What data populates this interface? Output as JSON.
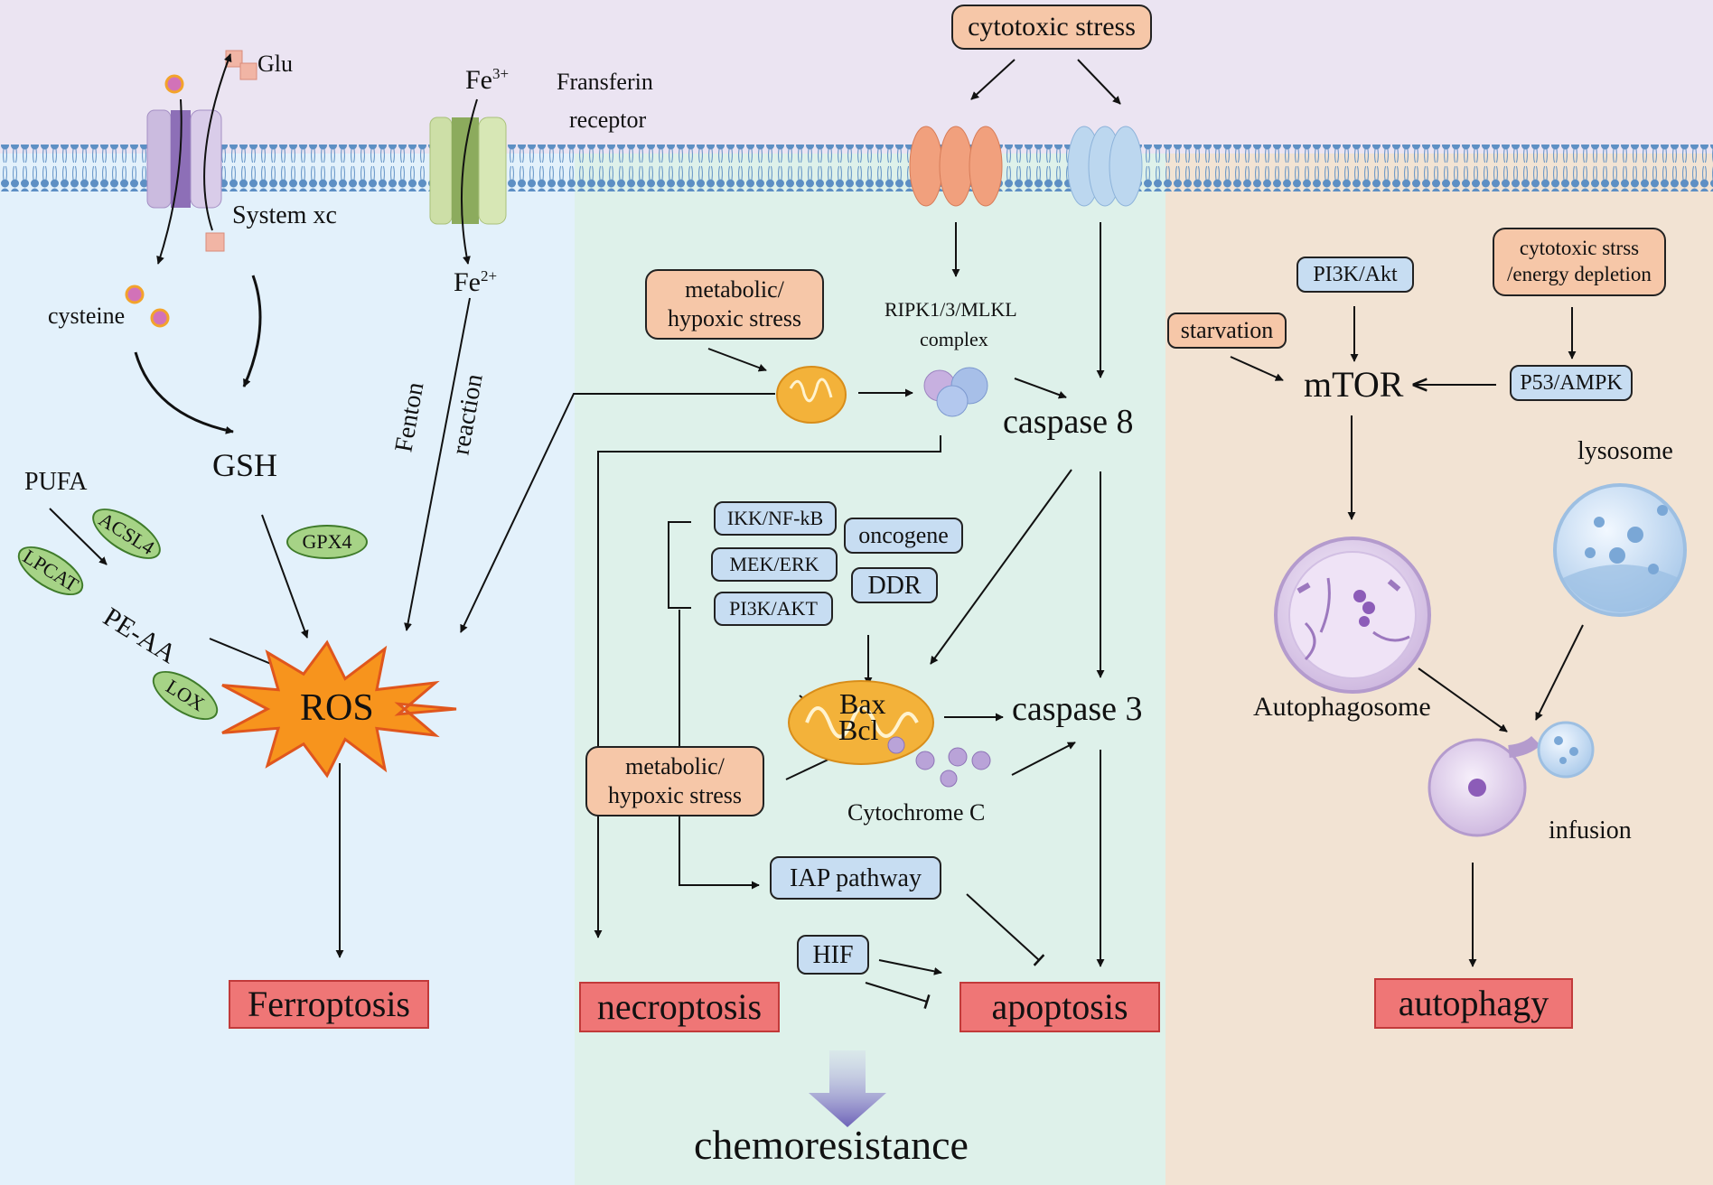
{
  "panels": {
    "ferroptosis": {
      "system_xc_label": "System xc",
      "glu_label": "Glu",
      "fe3_base": "Fe",
      "fe3_sup": "3+",
      "transferrin_label_line1": "Fransferin",
      "transferrin_label_line2": "receptor",
      "fe2_base": "Fe",
      "fe2_sup": "2+",
      "fenton_line1": "Fenton",
      "fenton_line2": "reaction",
      "cysteine_label": "cysteine",
      "gsh_label": "GSH",
      "gpx4_label": "GPX4",
      "pufa_label": "PUFA",
      "acsl4_label": "ACSL4",
      "lpcat_label": "LPCAT",
      "pe_aa_label": "PE-AA",
      "lox_label": "LOX",
      "ros_label": "ROS",
      "outcome_label": "Ferroptosis"
    },
    "apoptosis": {
      "cytotoxic_stress": "cytotoxic stress",
      "metabolic_stress_top_line1": "metabolic/",
      "metabolic_stress_top_line2": "hypoxic stress",
      "ripk_line1": "RIPK1/3/MLKL",
      "ripk_line2": "complex",
      "caspase8": "caspase 8",
      "ikk": "IKK/NF-kB",
      "mek": "MEK/ERK",
      "pi3k_akt": "PI3K/AKT",
      "oncogene": "oncogene",
      "ddr": "DDR",
      "bax": "Bax",
      "bcl": "Bcl",
      "caspase3": "caspase 3",
      "metabolic_stress_bottom_line1": "metabolic/",
      "metabolic_stress_bottom_line2": "hypoxic stress",
      "cytochrome_c": "Cytochrome C",
      "iap": "IAP pathway",
      "hif": "HIF",
      "necroptosis": "necroptosis",
      "apoptosis": "apoptosis",
      "chemoresistance": "chemoresistance"
    },
    "autophagy": {
      "pi3k_akt": "PI3K/Akt",
      "cytotoxic_line1": "cytotoxic strss",
      "cytotoxic_line2": "/energy depletion",
      "starvation": "starvation",
      "mtor": "mTOR",
      "p53_ampk": "P53/AMPK",
      "lysosome": "lysosome",
      "autophagosome": "Autophagosome",
      "infusion": "infusion",
      "outcome_label": "autophagy"
    }
  },
  "colors": {
    "extracellular": "#ebe4f2",
    "panel_ferroptosis": "#e3f1fb",
    "panel_apoptosis": "#def1ea",
    "panel_autophagy": "#f2e3d3",
    "membrane": "#5d8fc4",
    "orange_box": "#f6c7a8",
    "blue_box": "#c7ddf2",
    "outcome_box": "#ef7676",
    "green_enzyme": "#a6d386",
    "ros_star": "#f7941d",
    "mitochondria": "#f3b23a"
  }
}
